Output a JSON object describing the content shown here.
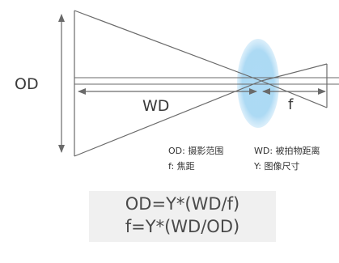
{
  "labels": {
    "od": "OD",
    "wd": "WD",
    "f": "f"
  },
  "legend": {
    "od": "OD: 摄影范围",
    "f": "f:  焦距",
    "wd": "WD: 被拍物距离",
    "y": "Y: 图像尺寸"
  },
  "formulas": {
    "line1": "OD=Y*(WD/f)",
    "line2": "f=Y*(WD/OD)"
  },
  "colors": {
    "lens": "#9ed3f2",
    "lines": "#6a6a6a",
    "text": "#3a3a3a",
    "formula_bg": "#f0f0f0"
  }
}
